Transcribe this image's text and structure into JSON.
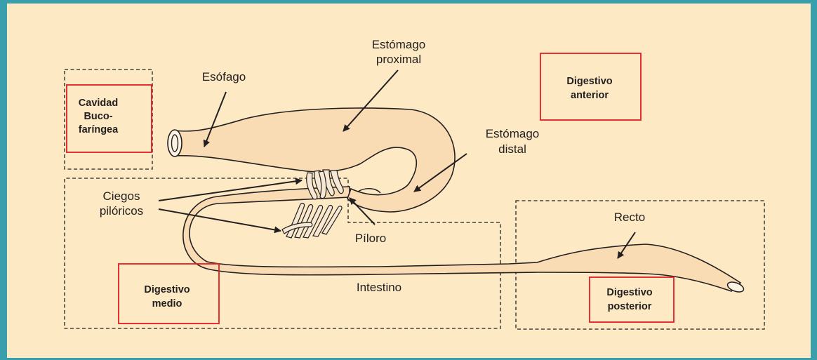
{
  "colors": {
    "frame_border": "#3a9fad",
    "background": "#fdeac4",
    "organ_fill": "#f9dbb4",
    "outline": "#231f20",
    "highlight_box": "#e21d25"
  },
  "labels": {
    "esofago": "Esófago",
    "estomago_proximal": [
      "Estómago",
      "proximal"
    ],
    "estomago_distal": [
      "Estómago",
      "distal"
    ],
    "ciegos_piloricos": [
      "Ciegos",
      "pilóricos"
    ],
    "piloro": "Píloro",
    "intestino": "Intestino",
    "recto": "Recto"
  },
  "regions": {
    "cavidad_bucofaringea": [
      "Cavidad",
      "Buco-",
      "faríngea"
    ],
    "digestivo_anterior": [
      "Digestivo",
      "anterior"
    ],
    "digestivo_medio": [
      "Digestivo",
      "medio"
    ],
    "digestivo_posterior": [
      "Digestivo",
      "posterior"
    ]
  }
}
